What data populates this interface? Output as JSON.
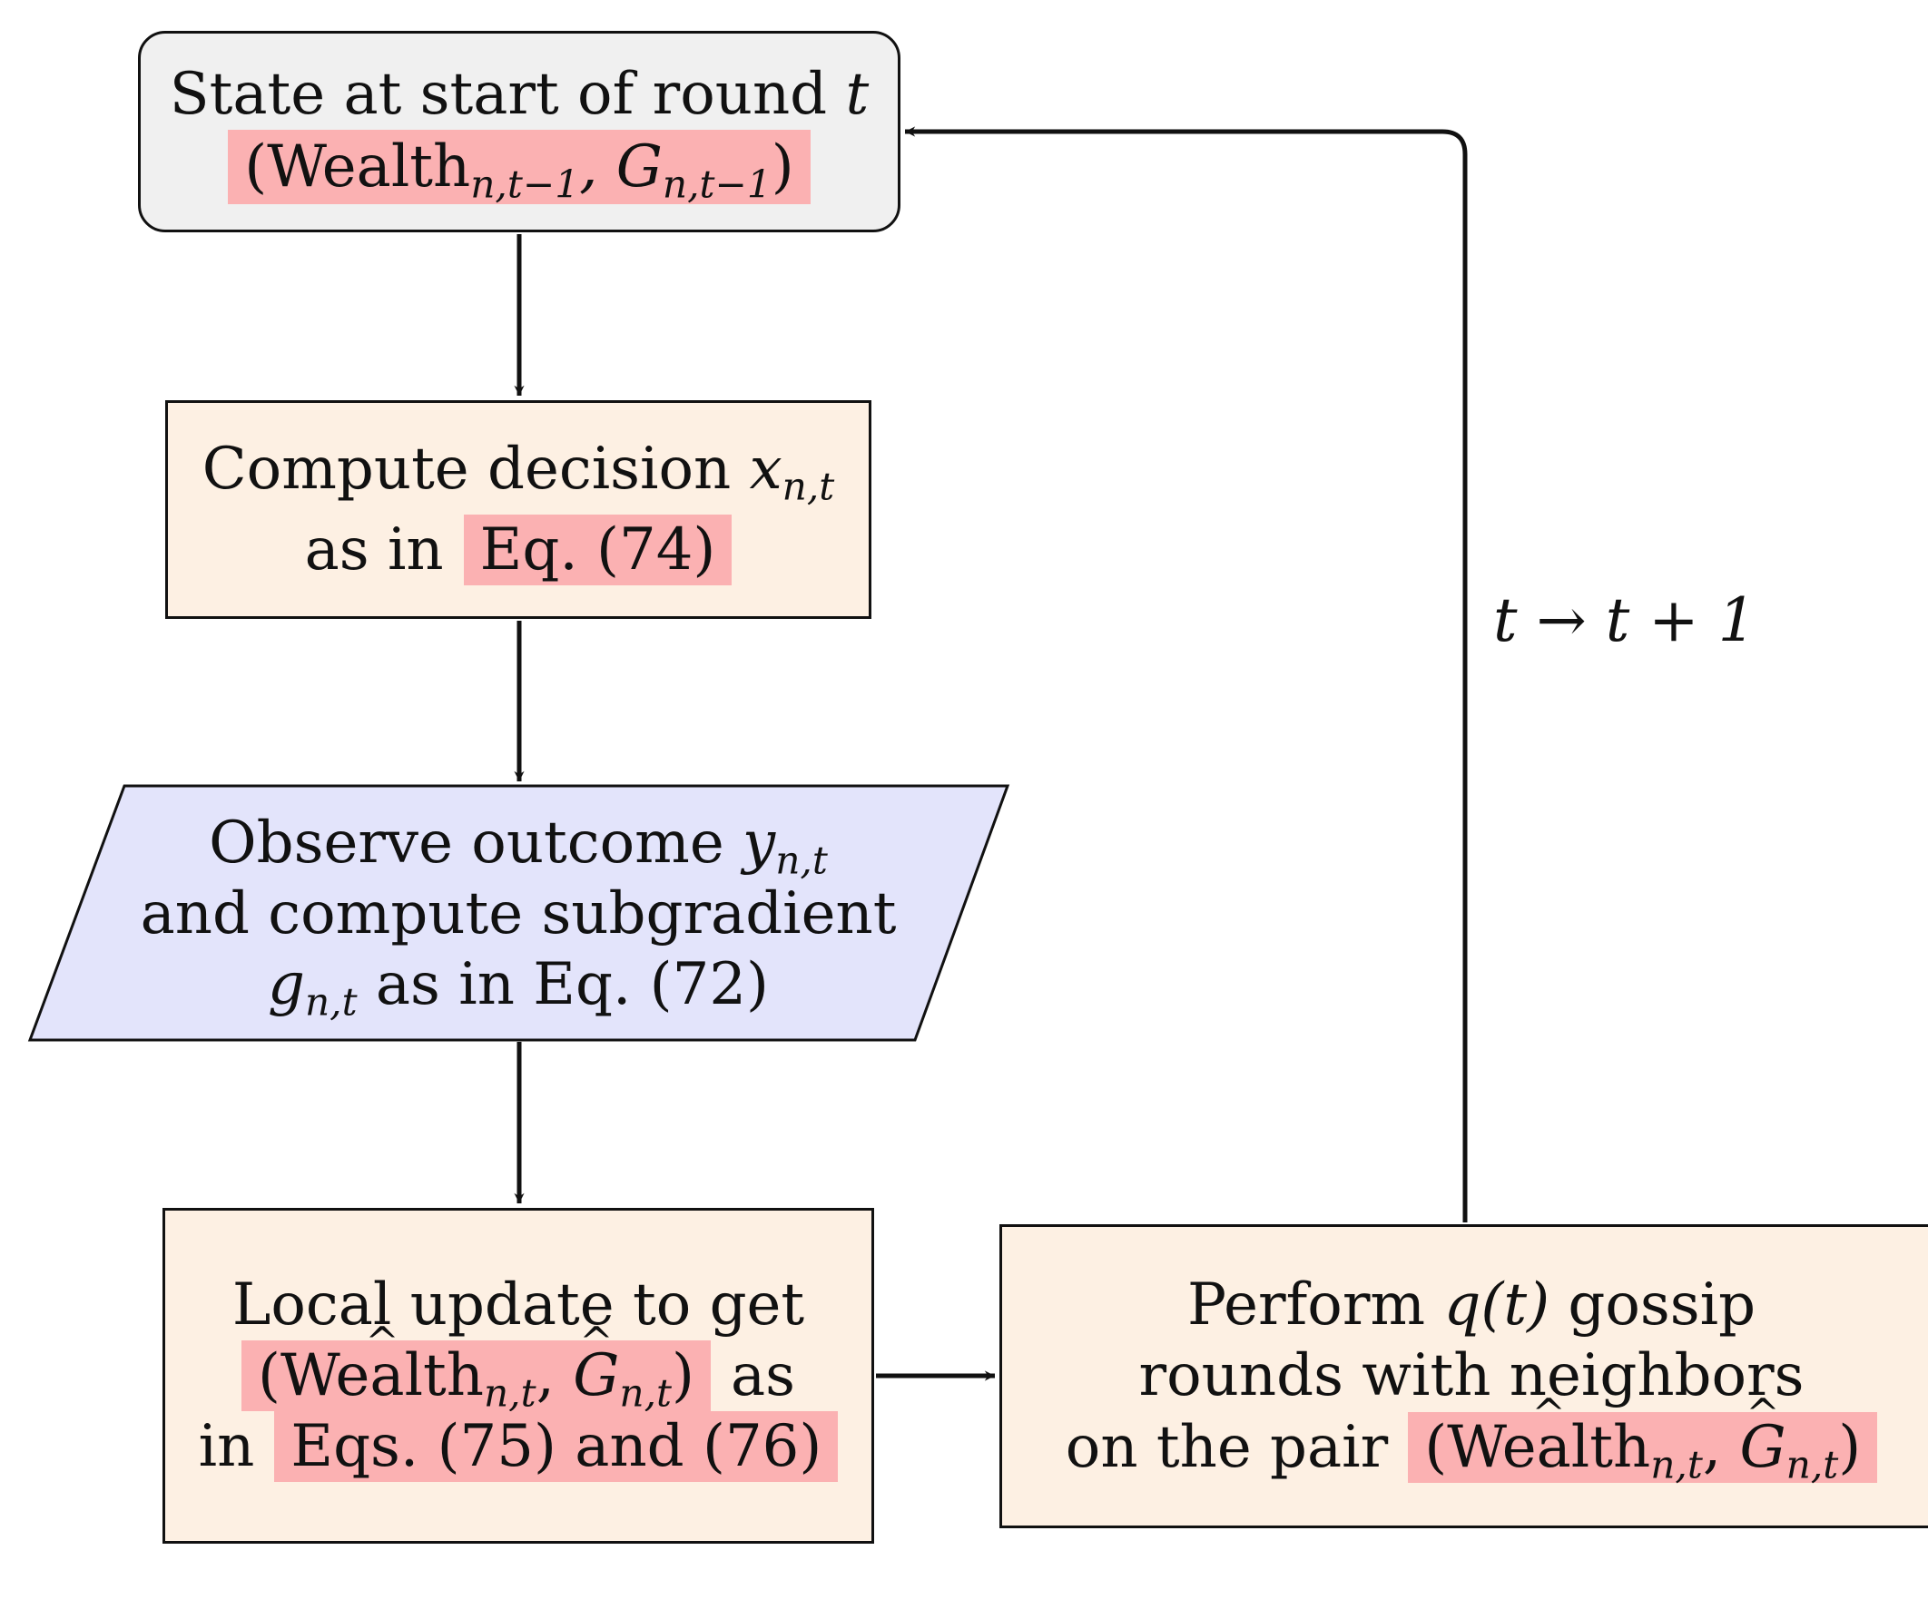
{
  "nodes": {
    "state": {
      "line1": "State at start of round",
      "line1_var": "t",
      "line2_open": "(Wealth",
      "line2_sub1": "n,t−1",
      "line2_sep": ", G",
      "line2_sub2": "n,t−1",
      "line2_close": ")"
    },
    "decision": {
      "line1": "Compute decision",
      "line1_var": "x",
      "line1_sub": "n,t",
      "line2_pre": "as in",
      "line2_ref": "Eq. (74)"
    },
    "observe": {
      "line1": "Observe outcome",
      "line1_var": "y",
      "line1_sub": "n,t",
      "line2": "and compute subgradient",
      "line3_var": "g",
      "line3_sub": "n,t",
      "line3_rest": "as in Eq. (72)"
    },
    "local_update": {
      "line1": "Local update to get",
      "line2_open": "(",
      "line2_wealth": "Wealth",
      "line2_sub1": "n,t",
      "line2_sep": ", ",
      "line2_g": "G",
      "line2_sub2": "n,t",
      "line2_close": ")",
      "line2_post": "as",
      "line3_pre": "in",
      "line3_ref": "Eqs. (75) and (76)"
    },
    "gossip": {
      "line1_pre": "Perform",
      "line1_var": "q(t)",
      "line1_post": "gossip",
      "line2": "rounds with neighbors",
      "line3_pre": "on the pair",
      "line3_open": "(",
      "line3_wealth": "Wealth",
      "line3_sub1": "n,t",
      "line3_sep": ", ",
      "line3_g": "G",
      "line3_sub2": "n,t",
      "line3_close": ")"
    }
  },
  "loop_label": "t → t + 1",
  "colors": {
    "state_fill": "#f0f0f0",
    "process_fill": "#fdf0e3",
    "observe_fill": "#e3e4fb",
    "highlight": "#fbb1b2",
    "stroke": "#111111"
  }
}
